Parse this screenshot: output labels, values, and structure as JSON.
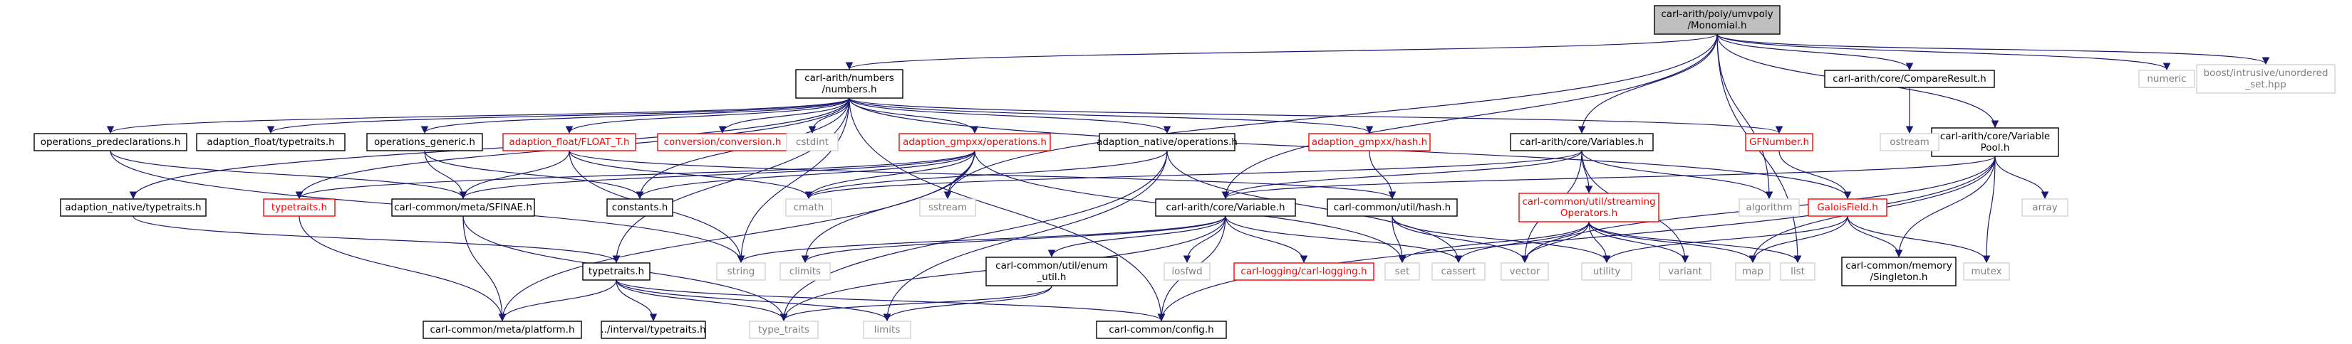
{
  "colors": {
    "edge": "#191970",
    "root_fill": "#bfbfbf",
    "documented_border": "#000000",
    "documented_text": "#000000",
    "missing_border": "#ff0000",
    "missing_text": "#ff0000",
    "external_border": "#d3d3d3",
    "external_text": "#7f7f7f",
    "fill": "#ffffff"
  },
  "nodes": [
    {
      "id": "root",
      "kind": "root",
      "lines": [
        "carl-arith/poly/umvpoly",
        "/Monomial.h"
      ]
    },
    {
      "id": "numbers",
      "kind": "doc",
      "lines": [
        "carl-arith/numbers",
        "/numbers.h"
      ]
    },
    {
      "id": "compareresult",
      "kind": "doc",
      "lines": [
        "carl-arith/core/CompareResult.h"
      ]
    },
    {
      "id": "variablepool",
      "kind": "doc",
      "lines": [
        "carl-arith/core/Variable",
        "Pool.h"
      ]
    },
    {
      "id": "numeric",
      "kind": "ext",
      "lines": [
        "numeric"
      ]
    },
    {
      "id": "boost_unordered",
      "kind": "ext",
      "lines": [
        "boost/intrusive/unordered",
        "_set.hpp"
      ]
    },
    {
      "id": "ostream",
      "kind": "ext",
      "lines": [
        "ostream"
      ]
    },
    {
      "id": "ops_predecl",
      "kind": "doc",
      "lines": [
        "operations_predeclarations.h"
      ]
    },
    {
      "id": "adapt_float_tt",
      "kind": "doc",
      "lines": [
        "adaption_float/typetraits.h"
      ]
    },
    {
      "id": "ops_generic",
      "kind": "doc",
      "lines": [
        "operations_generic.h"
      ]
    },
    {
      "id": "float_t",
      "kind": "miss",
      "lines": [
        "adaption_float/FLOAT_T.h"
      ]
    },
    {
      "id": "conversion",
      "kind": "miss",
      "lines": [
        "conversion/conversion.h"
      ]
    },
    {
      "id": "cstdint",
      "kind": "ext",
      "lines": [
        "cstdint"
      ]
    },
    {
      "id": "gmpxx_ops",
      "kind": "miss",
      "lines": [
        "adaption_gmpxx/operations.h"
      ]
    },
    {
      "id": "native_ops",
      "kind": "doc",
      "lines": [
        "adaption_native/operations.h"
      ]
    },
    {
      "id": "gmpxx_hash",
      "kind": "miss",
      "lines": [
        "adaption_gmpxx/hash.h"
      ]
    },
    {
      "id": "variables",
      "kind": "doc",
      "lines": [
        "carl-arith/core/Variables.h"
      ]
    },
    {
      "id": "gfnumber",
      "kind": "miss",
      "lines": [
        "GFNumber.h"
      ]
    },
    {
      "id": "native_tt",
      "kind": "doc",
      "lines": [
        "adaption_native/typetraits.h"
      ]
    },
    {
      "id": "typetraits_red",
      "kind": "miss",
      "lines": [
        "typetraits.h"
      ]
    },
    {
      "id": "sfinae",
      "kind": "doc",
      "lines": [
        "carl-common/meta/SFINAE.h"
      ]
    },
    {
      "id": "constants",
      "kind": "doc",
      "lines": [
        "constants.h"
      ]
    },
    {
      "id": "cmath",
      "kind": "ext",
      "lines": [
        "cmath"
      ]
    },
    {
      "id": "sstream",
      "kind": "ext",
      "lines": [
        "sstream"
      ]
    },
    {
      "id": "variable",
      "kind": "doc",
      "lines": [
        "carl-arith/core/Variable.h"
      ]
    },
    {
      "id": "hash",
      "kind": "doc",
      "lines": [
        "carl-common/util/hash.h"
      ]
    },
    {
      "id": "streaming",
      "kind": "miss",
      "lines": [
        "carl-common/util/streaming",
        "Operators.h"
      ]
    },
    {
      "id": "algorithm",
      "kind": "ext",
      "lines": [
        "algorithm"
      ]
    },
    {
      "id": "galoisfield",
      "kind": "miss",
      "lines": [
        "GaloisField.h"
      ]
    },
    {
      "id": "array",
      "kind": "ext",
      "lines": [
        "array"
      ]
    },
    {
      "id": "string",
      "kind": "ext",
      "lines": [
        "string"
      ]
    },
    {
      "id": "typetraits_h",
      "kind": "doc",
      "lines": [
        "typetraits.h"
      ]
    },
    {
      "id": "climits",
      "kind": "ext",
      "lines": [
        "climits"
      ]
    },
    {
      "id": "enum_util",
      "kind": "doc",
      "lines": [
        "carl-common/util/enum",
        "_util.h"
      ]
    },
    {
      "id": "iosfwd",
      "kind": "ext",
      "lines": [
        "iosfwd"
      ]
    },
    {
      "id": "logging",
      "kind": "miss",
      "lines": [
        "carl-logging/carl-logging.h"
      ]
    },
    {
      "id": "set",
      "kind": "ext",
      "lines": [
        "set"
      ]
    },
    {
      "id": "cassert",
      "kind": "ext",
      "lines": [
        "cassert"
      ]
    },
    {
      "id": "vector",
      "kind": "ext",
      "lines": [
        "vector"
      ]
    },
    {
      "id": "utility",
      "kind": "ext",
      "lines": [
        "utility"
      ]
    },
    {
      "id": "variant",
      "kind": "ext",
      "lines": [
        "variant"
      ]
    },
    {
      "id": "map",
      "kind": "ext",
      "lines": [
        "map"
      ]
    },
    {
      "id": "list",
      "kind": "ext",
      "lines": [
        "list"
      ]
    },
    {
      "id": "singleton",
      "kind": "doc",
      "lines": [
        "carl-common/memory",
        "/Singleton.h"
      ]
    },
    {
      "id": "mutex",
      "kind": "ext",
      "lines": [
        "mutex"
      ]
    },
    {
      "id": "platform",
      "kind": "doc",
      "lines": [
        "carl-common/meta/platform.h"
      ]
    },
    {
      "id": "interval_tt",
      "kind": "doc",
      "lines": [
        "../interval/typetraits.h"
      ]
    },
    {
      "id": "type_traits",
      "kind": "ext",
      "lines": [
        "type_traits"
      ]
    },
    {
      "id": "limits",
      "kind": "ext",
      "lines": [
        "limits"
      ]
    },
    {
      "id": "config",
      "kind": "doc",
      "lines": [
        "carl-common/config.h"
      ]
    }
  ],
  "edges": [
    [
      "root",
      "numbers"
    ],
    [
      "root",
      "compareresult"
    ],
    [
      "root",
      "variablepool"
    ],
    [
      "root",
      "numeric"
    ],
    [
      "root",
      "boost_unordered"
    ],
    [
      "root",
      "variables"
    ],
    [
      "root",
      "variable"
    ],
    [
      "root",
      "algorithm"
    ],
    [
      "root",
      "list"
    ],
    [
      "root",
      "sstream"
    ],
    [
      "compareresult",
      "ostream"
    ],
    [
      "numbers",
      "ops_predecl"
    ],
    [
      "numbers",
      "adapt_float_tt"
    ],
    [
      "numbers",
      "ops_generic"
    ],
    [
      "numbers",
      "float_t"
    ],
    [
      "numbers",
      "conversion"
    ],
    [
      "numbers",
      "cstdint"
    ],
    [
      "numbers",
      "gmpxx_ops"
    ],
    [
      "numbers",
      "native_ops"
    ],
    [
      "numbers",
      "gmpxx_hash"
    ],
    [
      "numbers",
      "gfnumber"
    ],
    [
      "numbers",
      "galoisfield"
    ],
    [
      "numbers",
      "native_tt"
    ],
    [
      "numbers",
      "typetraits_red"
    ],
    [
      "numbers",
      "constants"
    ],
    [
      "numbers",
      "string"
    ],
    [
      "numbers",
      "typetraits_h"
    ],
    [
      "numbers",
      "config"
    ],
    [
      "ops_predecl",
      "sfinae"
    ],
    [
      "ops_predecl",
      "string"
    ],
    [
      "ops_generic",
      "sfinae"
    ],
    [
      "ops_generic",
      "constants"
    ],
    [
      "float_t",
      "sfinae"
    ],
    [
      "float_t",
      "cmath"
    ],
    [
      "float_t",
      "string"
    ],
    [
      "float_t",
      "hash"
    ],
    [
      "gmpxx_ops",
      "typetraits_red"
    ],
    [
      "gmpxx_ops",
      "sfinae"
    ],
    [
      "gmpxx_ops",
      "constants"
    ],
    [
      "gmpxx_ops",
      "cmath"
    ],
    [
      "gmpxx_ops",
      "sstream"
    ],
    [
      "gmpxx_ops",
      "climits"
    ],
    [
      "gmpxx_ops",
      "set"
    ],
    [
      "gmpxx_ops",
      "platform"
    ],
    [
      "native_ops",
      "cmath"
    ],
    [
      "native_ops",
      "limits"
    ],
    [
      "native_ops",
      "cassert"
    ],
    [
      "native_ops",
      "type_traits"
    ],
    [
      "gmpxx_hash",
      "hash"
    ],
    [
      "native_tt",
      "typetraits_h"
    ],
    [
      "typetraits_red",
      "platform"
    ],
    [
      "sfinae",
      "platform"
    ],
    [
      "sfinae",
      "type_traits"
    ],
    [
      "variables",
      "variable"
    ],
    [
      "variables",
      "streaming"
    ],
    [
      "variables",
      "algorithm"
    ],
    [
      "variables",
      "vector"
    ],
    [
      "variables",
      "variant"
    ],
    [
      "variables",
      "cmath"
    ],
    [
      "gfnumber",
      "galoisfield"
    ],
    [
      "variablepool",
      "variable"
    ],
    [
      "variablepool",
      "singleton"
    ],
    [
      "variablepool",
      "mutex"
    ],
    [
      "variablepool",
      "array"
    ],
    [
      "variablepool",
      "vector"
    ],
    [
      "variablepool",
      "map"
    ],
    [
      "variablepool",
      "config"
    ],
    [
      "galoisfield",
      "singleton"
    ],
    [
      "galoisfield",
      "map"
    ],
    [
      "galoisfield",
      "mutex"
    ],
    [
      "galoisfield",
      "utility"
    ],
    [
      "variable",
      "string"
    ],
    [
      "variable",
      "climits"
    ],
    [
      "variable",
      "enum_util"
    ],
    [
      "variable",
      "iosfwd"
    ],
    [
      "variable",
      "logging"
    ],
    [
      "variable",
      "cassert"
    ],
    [
      "variable",
      "config"
    ],
    [
      "variable",
      "type_traits"
    ],
    [
      "hash",
      "set"
    ],
    [
      "hash",
      "vector"
    ],
    [
      "hash",
      "utility"
    ],
    [
      "streaming",
      "set"
    ],
    [
      "streaming",
      "cassert"
    ],
    [
      "streaming",
      "vector"
    ],
    [
      "streaming",
      "utility"
    ],
    [
      "streaming",
      "variant"
    ],
    [
      "streaming",
      "map"
    ],
    [
      "streaming",
      "list"
    ],
    [
      "enum_util",
      "type_traits"
    ],
    [
      "enum_util",
      "limits"
    ],
    [
      "typetraits_h",
      "platform"
    ],
    [
      "typetraits_h",
      "interval_tt"
    ],
    [
      "typetraits_h",
      "type_traits"
    ],
    [
      "typetraits_h",
      "limits"
    ],
    [
      "typetraits_h",
      "config"
    ]
  ]
}
